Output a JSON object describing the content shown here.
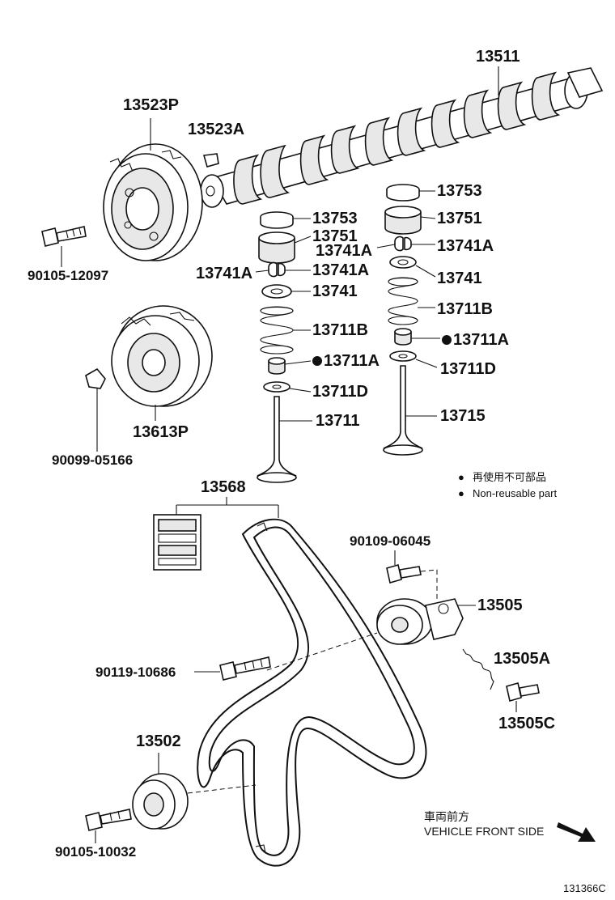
{
  "figure_id": "131366C",
  "legend": {
    "symbol": "●",
    "text_jp": "再使用不可部品",
    "text_en": "Non-reusable part"
  },
  "direction": {
    "text_jp": "車両前方",
    "text_en": "VEHICLE FRONT SIDE"
  },
  "labels": {
    "camshaft": "13511",
    "cam_pulley": "13523P",
    "pulley_pin": "13523A",
    "pulley_bolt": "90105-12097",
    "crank_pulley": "13613P",
    "crank_key": "90099-05166",
    "left_shim": "13753",
    "left_lifter": "13751",
    "left_keeper_a": "13741A",
    "left_keeper_b": "13741A",
    "left_retainer": "13741",
    "left_spring": "13711B",
    "left_seal": "13711A",
    "left_seat": "13711D",
    "left_valve": "13711",
    "right_shim": "13753",
    "right_lifter": "13751",
    "right_keeper_a": "13741A",
    "right_keeper_b": "13741A",
    "right_retainer": "13741",
    "right_spring": "13711B",
    "right_seal": "13711A",
    "right_seat": "13711D",
    "right_valve": "13715",
    "timing_belt": "13568",
    "tensioner_bolt": "90109-06045",
    "tensioner": "13505",
    "tension_spring": "13505A",
    "stud": "13505C",
    "idler_bolt": "90119-10686",
    "idler": "13502",
    "idler_bolt_2": "90105-10032"
  }
}
